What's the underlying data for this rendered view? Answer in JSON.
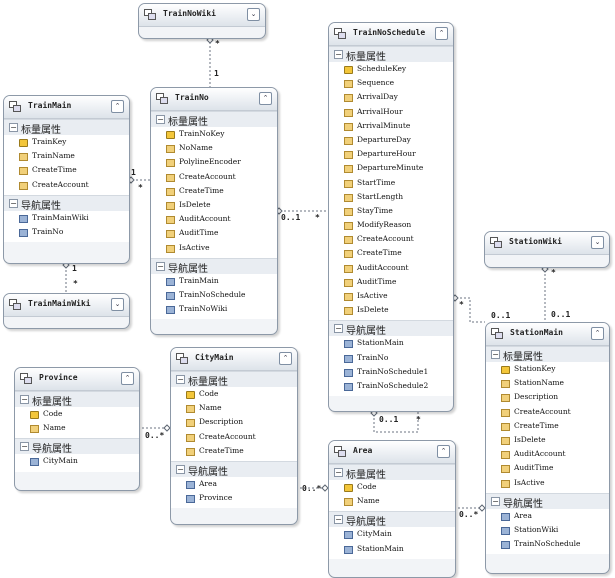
{
  "labels": {
    "scalar_properties": "标量属性",
    "navigation_properties": "导航属性"
  },
  "entities": {
    "trainnowiki": {
      "name": "TrainNoWiki"
    },
    "trainmain": {
      "name": "TrainMain",
      "props": [
        "TrainKey",
        "TrainName",
        "CreateTime",
        "CreateAccount"
      ],
      "nav": [
        "TrainMainWiki",
        "TrainNo"
      ]
    },
    "trainmainwiki": {
      "name": "TrainMainWiki"
    },
    "trainno": {
      "name": "TrainNo",
      "props": [
        "TrainNoKey",
        "NoName",
        "PolylineEncoder",
        "CreateAccount",
        "CreateTime",
        "IsDelete",
        "AuditAccount",
        "AuditTime",
        "IsActive"
      ],
      "nav": [
        "TrainMain",
        "TrainNoSchedule",
        "TrainNoWiki"
      ]
    },
    "trainnoschedule": {
      "name": "TrainNoSchedule",
      "props": [
        "ScheduleKey",
        "Sequence",
        "ArrivalDay",
        "ArrivalHour",
        "ArrivalMinute",
        "DepartureDay",
        "DepartureHour",
        "DepartureMinute",
        "StartTime",
        "StartLength",
        "StayTime",
        "ModifyReason",
        "CreateAccount",
        "CreateTime",
        "AuditAccount",
        "AuditTime",
        "IsActive",
        "IsDelete"
      ],
      "nav": [
        "StationMain",
        "TrainNo",
        "TrainNoSchedule1",
        "TrainNoSchedule2"
      ]
    },
    "stationwiki": {
      "name": "StationWiki"
    },
    "stationmain": {
      "name": "StationMain",
      "props": [
        "StationKey",
        "StationName",
        "Description",
        "CreateAccount",
        "CreateTime",
        "IsDelete",
        "AuditAccount",
        "AuditTime",
        "IsActive"
      ],
      "nav": [
        "Area",
        "StationWiki",
        "TrainNoSchedule"
      ]
    },
    "province": {
      "name": "Province",
      "props": [
        "Code",
        "Name"
      ],
      "nav": [
        "CityMain"
      ]
    },
    "citymain": {
      "name": "CityMain",
      "props": [
        "Code",
        "Name",
        "Description",
        "CreateAccount",
        "CreateTime"
      ],
      "nav": [
        "Area",
        "Province"
      ]
    },
    "area": {
      "name": "Area",
      "props": [
        "Code",
        "Name"
      ],
      "nav": [
        "CityMain",
        "StationMain"
      ]
    }
  },
  "multiplicities": {
    "trainnowiki_trainno_wiki": "*",
    "trainnowiki_trainno_no": "1",
    "trainmain_trainno_main": "1",
    "trainmain_trainno_no": "*",
    "trainmain_wiki_main": "1",
    "trainmain_wiki_wiki": "*",
    "trainno_schedule_no": "0..1",
    "trainno_schedule_schedule": "*",
    "schedule_self_a": "0..1",
    "schedule_self_b": "*",
    "schedule_station_schedule": "*",
    "schedule_station_station": "0..1",
    "stationwiki_station_wiki": "*",
    "stationwiki_station_station": "0..1",
    "province_city": "0..*",
    "city_area": "0..*",
    "area_station": "0..*"
  },
  "icons": {
    "entity_header": "entity-icon",
    "expand_collapse": "collapse-chevron-icon",
    "key_property": "key-icon",
    "scalar_property": "property-icon",
    "navigation_property": "navigation-icon"
  }
}
